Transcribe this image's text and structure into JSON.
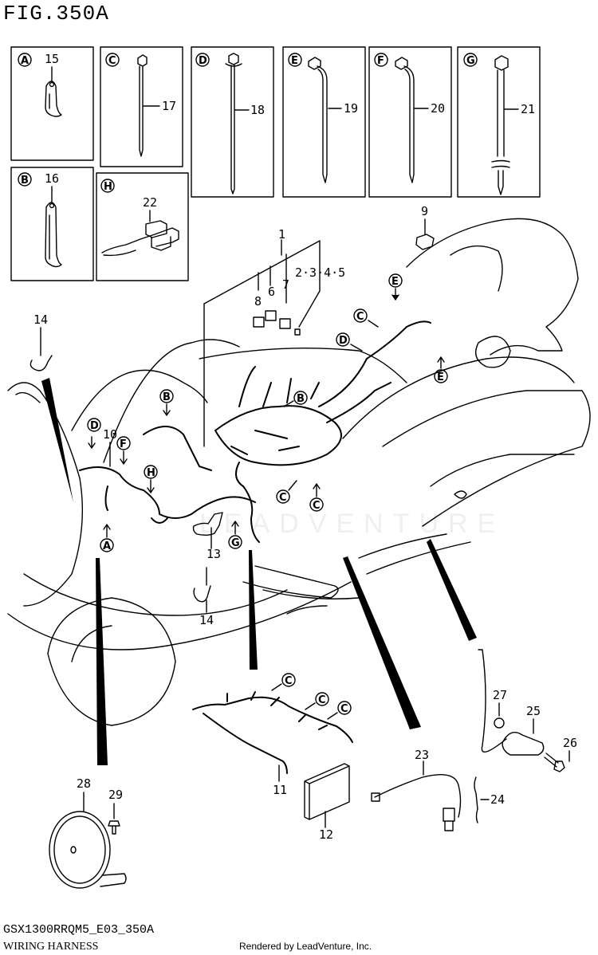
{
  "figure": {
    "title": "FIG.350A",
    "code": "GSX1300RRQM5_E03_350A",
    "name": "WIRING HARNESS",
    "rendered_by": "Rendered by LeadVenture, Inc.",
    "watermark": "LEADVENTURE"
  },
  "inset_boxes": [
    {
      "letter": "A",
      "part": "15"
    },
    {
      "letter": "B",
      "part": "16"
    },
    {
      "letter": "C",
      "part": "17"
    },
    {
      "letter": "D",
      "part": "18"
    },
    {
      "letter": "E",
      "part": "19"
    },
    {
      "letter": "F",
      "part": "20"
    },
    {
      "letter": "G",
      "part": "21"
    },
    {
      "letter": "H",
      "part": "22"
    }
  ],
  "callouts": {
    "p1": "1",
    "p2345": "2·3·4·5",
    "p6": "6",
    "p7": "7",
    "p8": "8",
    "p9": "9",
    "p10": "10",
    "p11": "11",
    "p12": "12",
    "p13": "13",
    "p14a": "14",
    "p14b": "14",
    "p23": "23",
    "p24": "24",
    "p25": "25",
    "p26": "26",
    "p27": "27",
    "p28": "28",
    "p29": "29"
  },
  "markers": [
    {
      "letter": "E"
    },
    {
      "letter": "C"
    },
    {
      "letter": "D"
    },
    {
      "letter": "E"
    },
    {
      "letter": "B"
    },
    {
      "letter": "B"
    },
    {
      "letter": "D"
    },
    {
      "letter": "F"
    },
    {
      "letter": "H"
    },
    {
      "letter": "A"
    },
    {
      "letter": "G"
    },
    {
      "letter": "C"
    },
    {
      "letter": "C"
    },
    {
      "letter": "C"
    },
    {
      "letter": "C"
    },
    {
      "letter": "C"
    }
  ]
}
